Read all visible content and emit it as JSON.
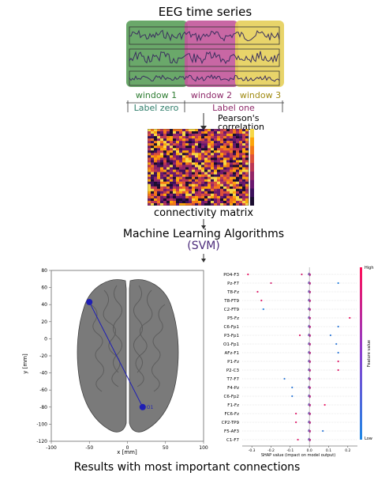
{
  "eeg": {
    "title": "EEG time series",
    "windows": [
      "window 1",
      "window 2",
      "window 3"
    ],
    "label_zero": "Label zero",
    "label_one": "Label one",
    "colors": {
      "window1": "#5a9e5a",
      "window2": "#c2579a",
      "window3": "#e6cf5a"
    }
  },
  "correlation": {
    "label": "Pearson's\ncorrelation"
  },
  "matrix": {
    "label": "connectivity matrix"
  },
  "ml": {
    "title": "Machine Learning Algorithms",
    "subtitle": "(SVM)",
    "subtitle_color": "#4b2a7a"
  },
  "brain": {
    "xlabel": "x [mm]",
    "ylabel": "y [mm]",
    "xticks": [
      "-100",
      "-50",
      "0",
      "50",
      "100"
    ],
    "yticks": [
      "80",
      "60",
      "40",
      "20",
      "0",
      "-20",
      "-40",
      "-60",
      "-80",
      "-100",
      "-120"
    ],
    "node_label": "O1",
    "connection": {
      "from": [
        -50,
        43
      ],
      "to": [
        20,
        -80
      ]
    },
    "node_color": "#1f1fb4"
  },
  "shap": {
    "features": [
      "PO4-F3",
      "Pz-F7",
      "T8-Fz",
      "T8-FT9",
      "C2-FT9",
      "P5-Fz",
      "C6-Fp1",
      "P3-Fp1",
      "O1-Fp1",
      "AFz-F1",
      "P1-Fz",
      "P2-C3",
      "T7-F7",
      "F4-Pz",
      "C6-Fp2",
      "F1-Fz",
      "FC6-Fz",
      "CP2-TP9",
      "F5-AF3",
      "C1-F7"
    ],
    "points": [
      [
        [
          -0.32,
          0.9
        ],
        [
          -0.04,
          0.8
        ]
      ],
      [
        [
          -0.2,
          0.8
        ],
        [
          0.15,
          0.05
        ]
      ],
      [
        [
          -0.27,
          0.85
        ]
      ],
      [
        [
          -0.25,
          0.85
        ]
      ],
      [
        [
          -0.24,
          0.05
        ]
      ],
      [
        [
          0.21,
          0.9
        ]
      ],
      [
        [
          0.15,
          0.1
        ]
      ],
      [
        [
          -0.05,
          0.85
        ],
        [
          0.11,
          0.1
        ]
      ],
      [
        [
          0.14,
          0.1
        ]
      ],
      [
        [
          0.15,
          0.1
        ]
      ],
      [
        [
          0.15,
          0.85
        ]
      ],
      [
        [
          0.15,
          0.85
        ]
      ],
      [
        [
          -0.13,
          0.1
        ]
      ],
      [
        [
          -0.09,
          0.1
        ]
      ],
      [
        [
          -0.09,
          0.1
        ]
      ],
      [
        [
          0.08,
          0.9
        ]
      ],
      [
        [
          -0.07,
          0.85
        ]
      ],
      [
        [
          -0.07,
          0.85
        ]
      ],
      [
        [
          0.07,
          0.1
        ]
      ],
      [
        [
          -0.06,
          0.85
        ]
      ]
    ],
    "xticks": [
      "-0.3",
      "-0.2",
      "-0.1",
      "0.0",
      "0.1",
      "0.2"
    ],
    "xlabel": "SHAP value (impact on model output)",
    "colorbar_high": "High",
    "colorbar_low": "Low",
    "colorbar_title": "Feature value",
    "color_low": "#1e88e5",
    "color_high": "#ff0d57"
  },
  "results": {
    "caption": "Results with most important connections"
  }
}
